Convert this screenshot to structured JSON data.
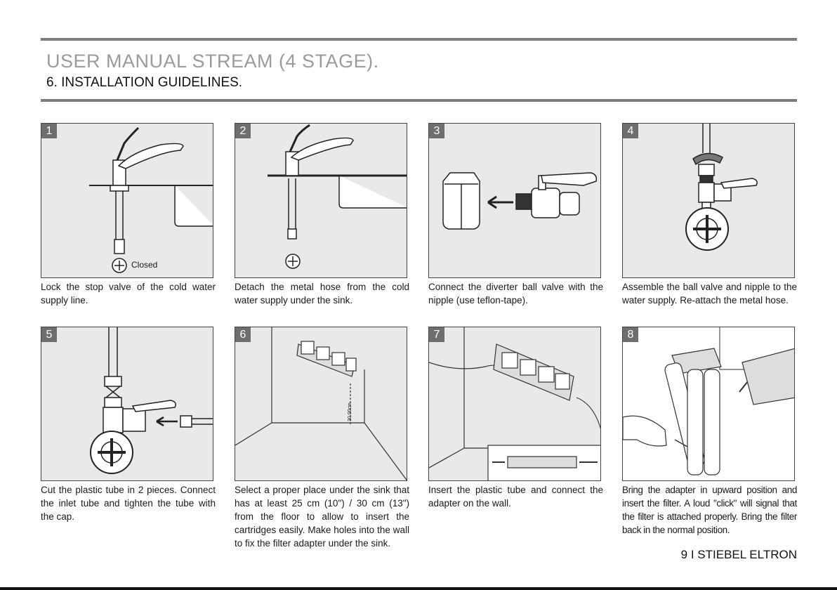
{
  "header": {
    "title": "USER MANUAL STREAM (4 STAGE).",
    "subtitle": "6. INSTALLATION GUIDELINES."
  },
  "steps": [
    {
      "number": "1",
      "caption": "Lock the stop valve of the cold water supply line.",
      "label": "Closed"
    },
    {
      "number": "2",
      "caption": "Detach the metal hose from the cold water supply under the sink."
    },
    {
      "number": "3",
      "caption": "Connect the diverter ball valve with the nipple (use teflon-tape)."
    },
    {
      "number": "4",
      "caption": "Assemble the ball valve and nipple to the water supply. Re-attach the metal hose."
    },
    {
      "number": "5",
      "caption": "Cut the plastic tube in 2 pieces. Connect the inlet tube and tighten the tube with the cap."
    },
    {
      "number": "6",
      "caption": "Select a proper place under the sink that has at least 25 cm (10\") / 30 cm (13\") from the floor to allow to insert the cartridges easily. Make holes into the wall to fix the filter adapter under the sink.",
      "label": "30.00cm"
    },
    {
      "number": "7",
      "caption": "Insert the plastic tube and connect the adapter on the wall."
    },
    {
      "number": "8",
      "caption": "Bring the adapter in upward position and insert the filter. A loud \"click\" will signal that the filter is attached properly. Bring the filter back in the normal position."
    }
  ],
  "footer": {
    "text": "9 I STIEBEL ELTRON"
  }
}
